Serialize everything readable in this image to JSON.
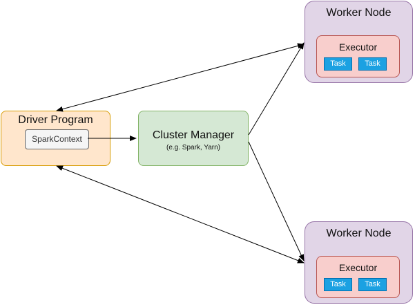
{
  "driver": {
    "title": "Driver Program",
    "spark_context": "SparkContext"
  },
  "cluster_manager": {
    "title": "Cluster Manager",
    "subtitle": "(e.g. Spark, Yarn)"
  },
  "workers": [
    {
      "title": "Worker Node",
      "executor": {
        "title": "Executor",
        "tasks": [
          "Task",
          "Task"
        ]
      }
    },
    {
      "title": "Worker Node",
      "executor": {
        "title": "Executor",
        "tasks": [
          "Task",
          "Task"
        ]
      }
    }
  ],
  "colors": {
    "driver_fill": "#ffe6cc",
    "driver_border": "#d79b00",
    "cluster_fill": "#d5e8d4",
    "cluster_border": "#82b366",
    "worker_fill": "#e1d5e7",
    "worker_border": "#9673a6",
    "executor_fill": "#f8cecc",
    "executor_border": "#b85450",
    "task_fill": "#1ba1e2",
    "task_border": "#006eaf",
    "spark_context_fill": "#f5f5f5",
    "arrow": "#000000"
  }
}
